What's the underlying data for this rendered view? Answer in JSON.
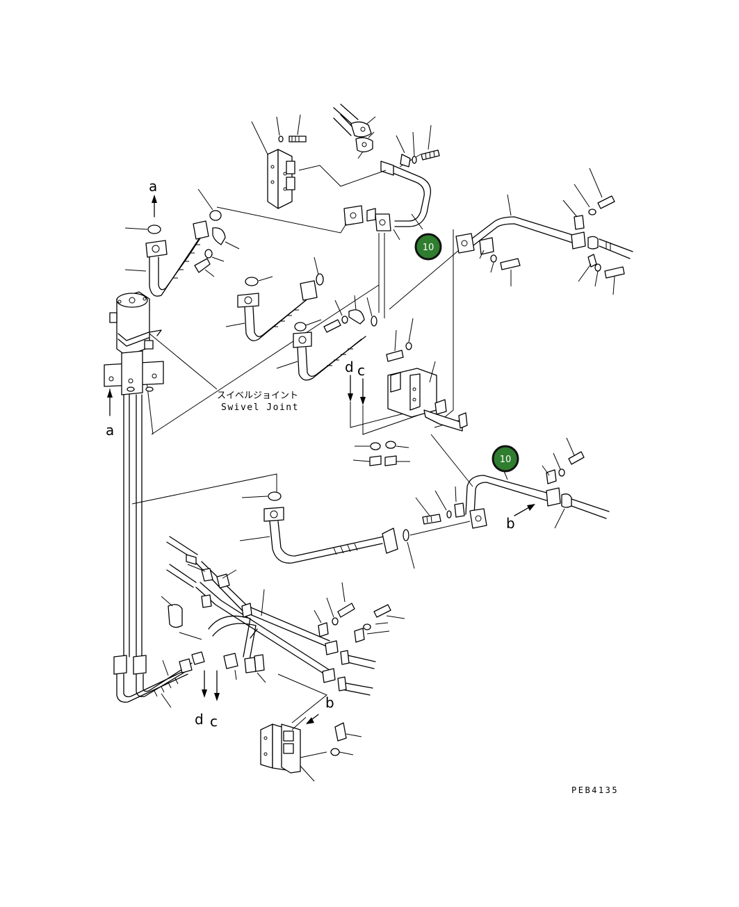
{
  "diagram": {
    "drawing_code": "PEB4135",
    "swivel_label_jp": "スイベルジョイント",
    "swivel_label_en": "Swivel Joint",
    "callouts": [
      "10",
      "10"
    ],
    "view_letters": {
      "a": "a",
      "b": "b",
      "c": "c",
      "d": "d"
    }
  }
}
